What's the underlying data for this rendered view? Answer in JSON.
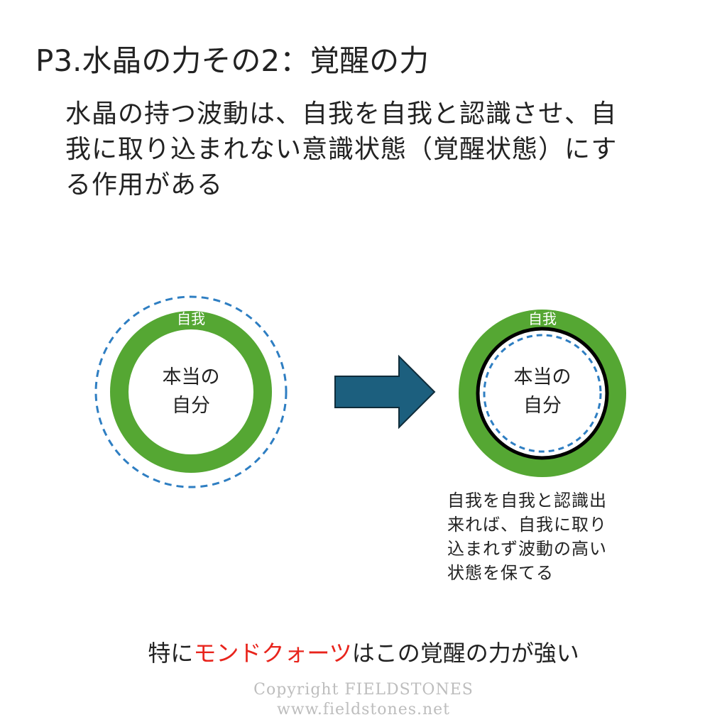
{
  "title": "P3.水晶の力その2：覚醒の力",
  "description": {
    "lines": [
      "水晶の持つ波動は、自我を自我と認識させ、自",
      "我に取り込まれない意識状態（覚醒状態）にす",
      "る作用がある"
    ]
  },
  "diagram": {
    "before": {
      "ring_label": "自我",
      "inner_lines": [
        "本当の",
        "自分"
      ]
    },
    "after": {
      "ring_label": "自我",
      "inner_lines": [
        "本当の",
        "自分"
      ]
    },
    "caption_lines": [
      "自我を自我と認識出",
      "来れば、自我に取り",
      "込まれず波動の高い",
      "状態を保てる"
    ],
    "colors": {
      "ring": "#55a733",
      "dashed": "#2e7ec2",
      "arrow_fill": "#1c5f7e",
      "arrow_stroke": "#0f2c3a",
      "boundary": "#000000"
    }
  },
  "bottom": {
    "prefix": "特に",
    "highlight": "モンドクォーツ",
    "suffix": "はこの覚醒の力が強い",
    "highlight_color": "#e8241c"
  },
  "copyright": {
    "line1": "Copyright FIELDSTONES",
    "line2": "www.fieldstones.net"
  }
}
